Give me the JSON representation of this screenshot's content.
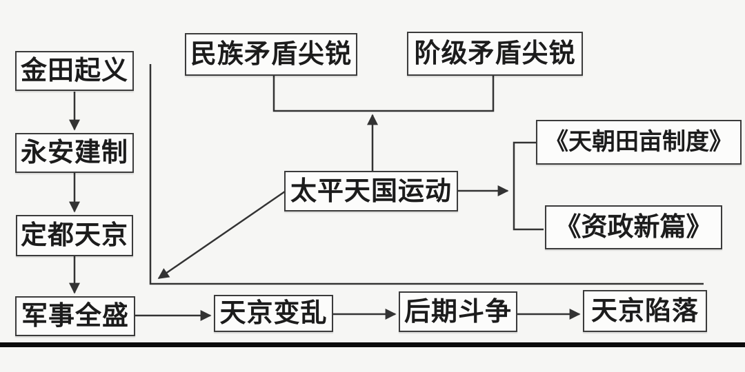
{
  "diagram": {
    "nodes": {
      "jintian_qiyi": "金田起义",
      "yongan_jianzhi": "永安建制",
      "dingdu_tianjing": "定都天京",
      "junshi_quansheng": "军事全盛",
      "minzu_maodun": "民族矛盾尖锐",
      "jieji_maodun": "阶级矛盾尖锐",
      "taiping_tianguo": "太平天国运动",
      "tianchao_tianmu": "《天朝田亩制度》",
      "zizheng_xinpian": "《资政新篇》",
      "tianjing_bianluan": "天京变乱",
      "houqi_douzheng": "后期斗争",
      "tianjing_xianluo": "天京陷落"
    },
    "edges": [
      {
        "from": "jintian_qiyi",
        "to": "yongan_jianzhi",
        "type": "arrow-down"
      },
      {
        "from": "yongan_jianzhi",
        "to": "dingdu_tianjing",
        "type": "arrow-down"
      },
      {
        "from": "dingdu_tianjing",
        "to": "junshi_quansheng",
        "type": "arrow-down"
      },
      {
        "from": "junshi_quansheng",
        "to": "tianjing_bianluan",
        "type": "arrow-right"
      },
      {
        "from": "tianjing_bianluan",
        "to": "houqi_douzheng",
        "type": "arrow-right"
      },
      {
        "from": "houqi_douzheng",
        "to": "tianjing_xianluo",
        "type": "arrow-right"
      },
      {
        "from": "taiping_tianguo",
        "to": [
          "minzu_maodun",
          "jieji_maodun"
        ],
        "type": "arrow-up-to-bracket"
      },
      {
        "from": "taiping_tianguo",
        "to": [
          "tianchao_tianmu",
          "zizheng_xinpian"
        ],
        "type": "arrow-right-to-bracket"
      },
      {
        "from": "taiping_tianguo",
        "to": "process-timeline-corner",
        "type": "arrow-diagonal-down-left"
      }
    ],
    "colors": {
      "line": "#333333",
      "border": "#3b3b3b",
      "text": "#1c1c1c",
      "background": "#f6f6f4",
      "box_fill": "#fcfcfb",
      "divider": "#0c0c0c"
    }
  }
}
